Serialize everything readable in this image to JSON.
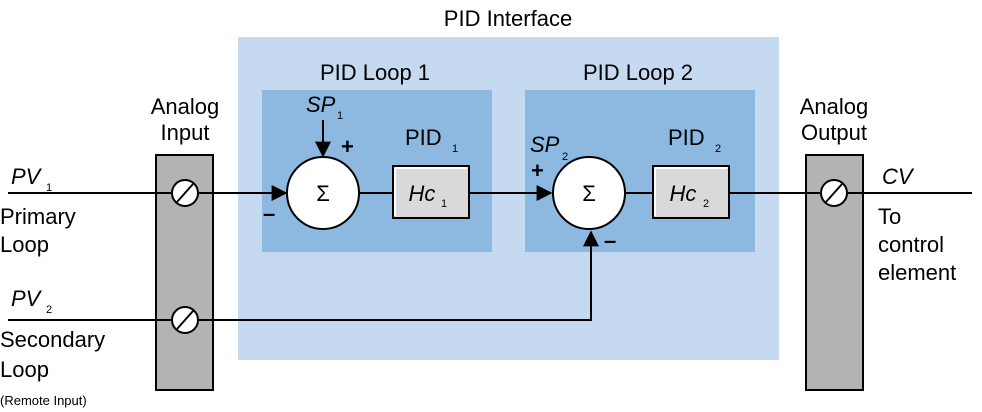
{
  "title": "PID Interface",
  "loop1": {
    "title": "PID Loop 1",
    "sp": {
      "main": "SP",
      "sub": "1"
    },
    "sp_sign": "+",
    "fb_sign": "–",
    "sum": "Σ",
    "pid": {
      "main": "PID",
      "sub": "1"
    },
    "hc": {
      "main": "Hc",
      "sub": "1"
    }
  },
  "loop2": {
    "title": "PID Loop 2",
    "sp": {
      "main": "SP",
      "sub": "2"
    },
    "sp_sign": "+",
    "fb_sign": "–",
    "sum": "Σ",
    "pid": {
      "main": "PID",
      "sub": "2"
    },
    "hc": {
      "main": "Hc",
      "sub": "2"
    }
  },
  "analog_input": {
    "line1": "Analog",
    "line2": "Input"
  },
  "analog_output": {
    "line1": "Analog",
    "line2": "Output"
  },
  "pv1": {
    "main": "PV",
    "sub": "1",
    "line1": "Primary",
    "line2": "Loop"
  },
  "pv2": {
    "main": "PV",
    "sub": "2",
    "line1": "Secondary",
    "line2": "Loop",
    "note": "(Remote Input)"
  },
  "cv": {
    "label": "CV",
    "line1": "To",
    "line2": "control",
    "line3": "element"
  },
  "colors": {
    "interface_bg": "#c5daf0",
    "loop_bg": "#8db8e0",
    "module_fill": "#b3b3b3",
    "block_fill": "#d9d9d9",
    "line": "#000000"
  }
}
